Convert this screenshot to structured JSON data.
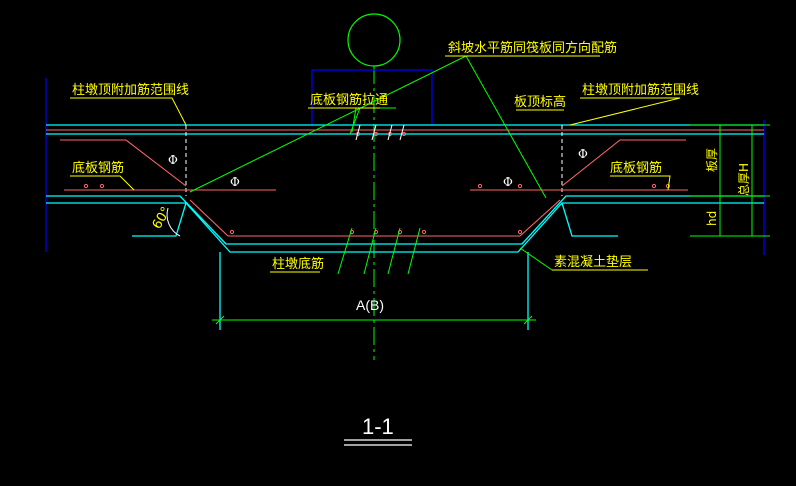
{
  "labels": {
    "col_top_range_left": "柱墩顶附加筋范围线",
    "col_top_range_right": "柱墩顶附加筋范围线",
    "slab_tie": "底板钢筋拉通",
    "slope_note": "斜坡水平筋同筏板同方向配筋",
    "slab_top_level": "板顶标高",
    "slab_bar_left": "底板钢筋",
    "slab_bar_right": "底板钢筋",
    "col_bottom_bar": "柱墩底筋",
    "cushion": "素混凝土垫层",
    "angle": "60°",
    "dim_ab": "A(B)",
    "dim_hd": "hd",
    "dim_h": "板厚",
    "dim_total": "总厚H",
    "section_title": "1-1",
    "phi": "Φ"
  },
  "colors": {
    "background": "#000000",
    "annotation": "#ffff00",
    "structure": "#00ffff",
    "rebar": "#ff6666",
    "leader": "#00ff00",
    "axis": "#00ff00",
    "hatch": "#0000ff",
    "dimension": "#ffffff"
  }
}
